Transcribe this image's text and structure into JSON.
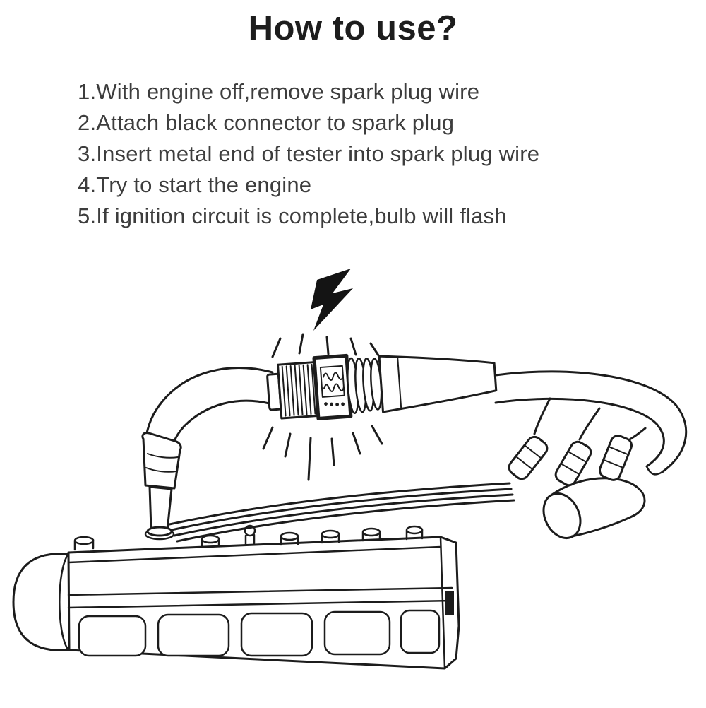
{
  "page": {
    "background_color": "#ffffff",
    "title": "How to use?",
    "title_color": "#1d1d1d",
    "text_color": "#3d3d3d"
  },
  "instructions": [
    "1.With engine off,remove spark plug wire",
    "2.Attach black connector to spark plug",
    "3.Insert metal end of tester into spark plug wire",
    "4.Try to start the engine",
    "5.If ignition circuit is complete,bulb will flash"
  ],
  "illustration": {
    "description": "Line drawing: inline spark plug tester connected between the spark plug wire and the spark plug on an engine valve cover; lightning bolt and flash rays show the bulb flashing; distributor boots and cap at right",
    "line_color": "#1c1c1c",
    "parts": [
      "lightning-bolt",
      "flash-rays",
      "spark-tester",
      "indicator-window",
      "spark-plug-wire",
      "spark-plug-boot",
      "engine-valve-cover",
      "ignition-wires",
      "distributor-boots",
      "distributor-cap"
    ]
  }
}
